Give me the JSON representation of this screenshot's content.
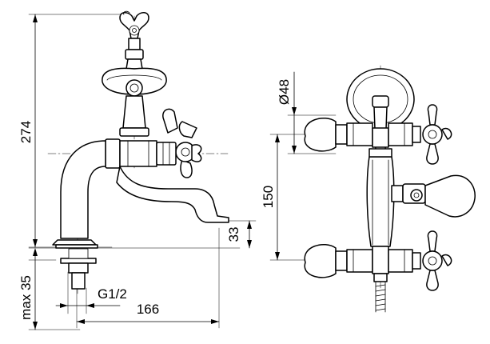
{
  "dimensions": {
    "total_height": "274",
    "spout_height": "33",
    "max_deck": "max 35",
    "thread": "G1/2",
    "spout_reach": "166",
    "handle_diameter": "Ø48",
    "center_distance": "150"
  }
}
